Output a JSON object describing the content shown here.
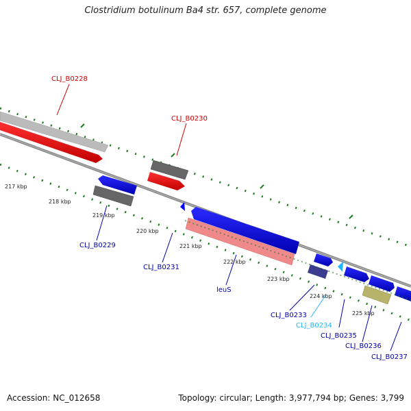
{
  "title": "Clostridium botulinum Ba4 str. 657, complete genome",
  "footer": {
    "accession": "Accession: NC_012658",
    "stats": "Topology: circular; Length: 3,977,794 bp; Genes: 3,799"
  },
  "colors": {
    "red_gene": "#ff0000",
    "blue_gene": "#0000ff",
    "grey_gene": "#666666",
    "light_grey_gene": "#bbbbbb",
    "pink_gene": "#f08a8a",
    "navy_gene": "#3b3b8f",
    "olive_gene": "#b8b36a",
    "cyan_gene": "#22b6ff",
    "tick_green": "#1e7a1e",
    "backbone": "#888888"
  },
  "scale_labels": [
    "217 kbp",
    "218 kbp",
    "219 kbp",
    "220 kbp",
    "221 kbp",
    "222 kbp",
    "223 kbp",
    "224 kbp",
    "225 kbp"
  ],
  "gene_labels": [
    {
      "id": "CLJ_B0228",
      "text": "CLJ_B0228",
      "color": "red"
    },
    {
      "id": "CLJ_B0230",
      "text": "CLJ_B0230",
      "color": "red"
    },
    {
      "id": "CLJ_B0229",
      "text": "CLJ_B0229",
      "color": "blue"
    },
    {
      "id": "CLJ_B0231",
      "text": "CLJ_B0231",
      "color": "blue"
    },
    {
      "id": "leuS",
      "text": "leuS",
      "color": "blue"
    },
    {
      "id": "CLJ_B0233",
      "text": "CLJ_B0233",
      "color": "blue"
    },
    {
      "id": "CLJ_B0234",
      "text": "CLJ_B0234",
      "color": "cyan"
    },
    {
      "id": "CLJ_B0235",
      "text": "CLJ_B0235",
      "color": "blue"
    },
    {
      "id": "CLJ_B0236",
      "text": "CLJ_B0236",
      "color": "blue"
    },
    {
      "id": "CLJ_B0237",
      "text": "CLJ_B0237",
      "color": "blue"
    }
  ]
}
